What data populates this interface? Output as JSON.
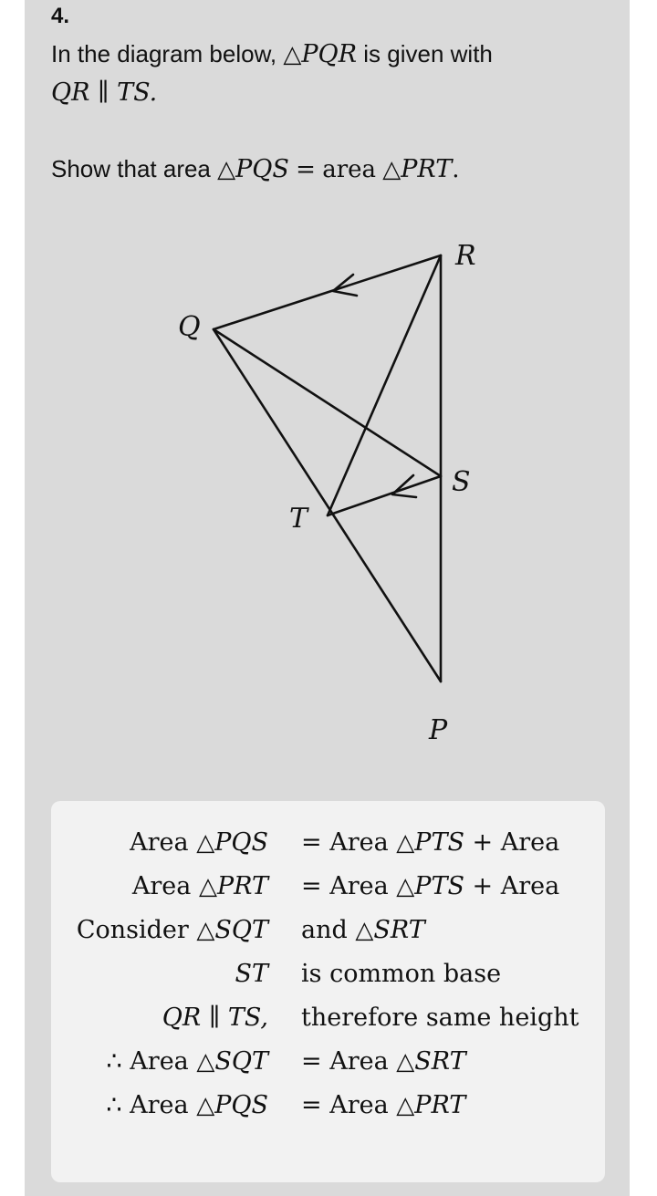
{
  "question": {
    "number": "4.",
    "intro_text": "In the diagram below,",
    "intro_triangle": "PQR",
    "intro_tail": "is given with",
    "parallel": "QR ∥ TS.",
    "task_text": "Show that area",
    "task_tri1": "PQS",
    "task_eq": "=",
    "task_area_word": "area",
    "task_tri2": "PRT",
    "task_end": "."
  },
  "diagram": {
    "labels": {
      "R": "R",
      "Q": "Q",
      "S": "S",
      "T": "T",
      "P": "P"
    },
    "line_color": "#111111"
  },
  "proof": {
    "rows": [
      {
        "lhs_pre": "Area ",
        "lhs_tri": true,
        "lhs_math": "PQS",
        "rhs_op": "=",
        "rhs_text": " Area ",
        "rhs_tri": true,
        "rhs_math": "PTS",
        "rhs_tail": " + Area"
      },
      {
        "lhs_pre": "Area ",
        "lhs_tri": true,
        "lhs_math": "PRT",
        "rhs_op": "=",
        "rhs_text": " Area ",
        "rhs_tri": true,
        "rhs_math": "PTS",
        "rhs_tail": " + Area"
      },
      {
        "lhs_pre": "Consider ",
        "lhs_tri": true,
        "lhs_math": "SQT",
        "rhs_op": "",
        "rhs_text": "and ",
        "rhs_tri": true,
        "rhs_math": "SRT",
        "rhs_tail": ""
      },
      {
        "lhs_pre": "",
        "lhs_tri": false,
        "lhs_math": "ST",
        "rhs_op": "",
        "rhs_text": "is common base",
        "rhs_tri": false,
        "rhs_math": "",
        "rhs_tail": ""
      },
      {
        "lhs_pre": "",
        "lhs_tri": false,
        "lhs_math": "QR ∥ TS,",
        "rhs_op": "",
        "rhs_text": "therefore same height",
        "rhs_tri": false,
        "rhs_math": "",
        "rhs_tail": ""
      },
      {
        "lhs_pre": "∴ Area ",
        "lhs_tri": true,
        "lhs_math": "SQT",
        "rhs_op": "=",
        "rhs_text": " Area ",
        "rhs_tri": true,
        "rhs_math": "SRT",
        "rhs_tail": ""
      },
      {
        "lhs_pre": "∴ Area ",
        "lhs_tri": true,
        "lhs_math": "PQS",
        "rhs_op": "=",
        "rhs_text": " Area ",
        "rhs_tri": true,
        "rhs_math": "PRT",
        "rhs_tail": ""
      }
    ],
    "triangle_symbol": "△"
  }
}
